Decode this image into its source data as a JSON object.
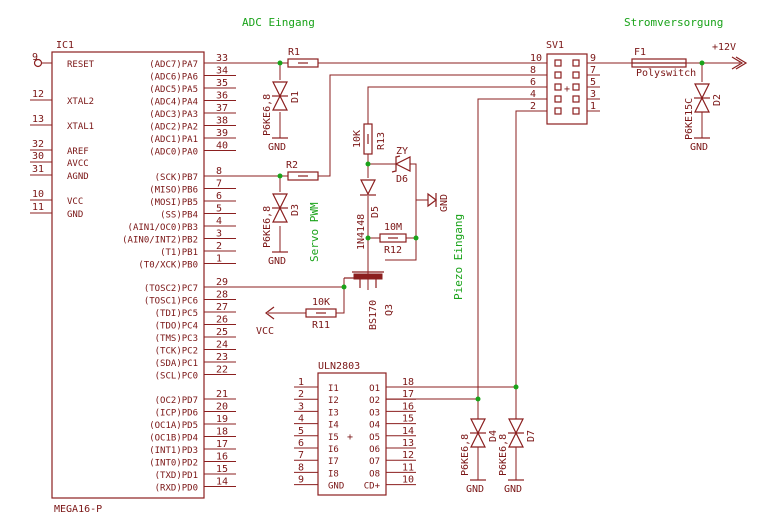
{
  "labels": {
    "adc_eingang": "ADC Eingang",
    "stromversorgung": "Stromversorgung",
    "v12": "+12V",
    "servo_pwm": "Servo PWM",
    "piezo_eingang": "Piezo Eingang",
    "vcc": "VCC",
    "gnd": "GND",
    "plus": "+"
  },
  "ic1": {
    "name": "IC1",
    "type": "MEGA16-P",
    "left_pins": [
      {
        "num": "9",
        "name": "RESET"
      },
      {
        "num": "12",
        "name": "XTAL2"
      },
      {
        "num": "13",
        "name": "XTAL1"
      },
      {
        "num": "32",
        "name": "AREF"
      },
      {
        "num": "30",
        "name": "AVCC"
      },
      {
        "num": "31",
        "name": "AGND"
      },
      {
        "num": "10",
        "name": "VCC"
      },
      {
        "num": "11",
        "name": "GND"
      }
    ],
    "right_pins": [
      {
        "num": "33",
        "name": "(ADC7)PA7"
      },
      {
        "num": "34",
        "name": "(ADC6)PA6"
      },
      {
        "num": "35",
        "name": "(ADC5)PA5"
      },
      {
        "num": "36",
        "name": "(ADC4)PA4"
      },
      {
        "num": "37",
        "name": "(ADC3)PA3"
      },
      {
        "num": "38",
        "name": "(ADC2)PA2"
      },
      {
        "num": "39",
        "name": "(ADC1)PA1"
      },
      {
        "num": "40",
        "name": "(ADC0)PA0"
      },
      {
        "num": "8",
        "name": "(SCK)PB7"
      },
      {
        "num": "7",
        "name": "(MISO)PB6"
      },
      {
        "num": "6",
        "name": "(MOSI)PB5"
      },
      {
        "num": "5",
        "name": "(SS)PB4"
      },
      {
        "num": "4",
        "name": "(AIN1/OC0)PB3"
      },
      {
        "num": "3",
        "name": "(AIN0/INT2)PB2"
      },
      {
        "num": "2",
        "name": "(T1)PB1"
      },
      {
        "num": "1",
        "name": "(T0/XCK)PB0"
      },
      {
        "num": "29",
        "name": "(TOSC2)PC7"
      },
      {
        "num": "28",
        "name": "(TOSC1)PC6"
      },
      {
        "num": "27",
        "name": "(TDI)PC5"
      },
      {
        "num": "26",
        "name": "(TDO)PC4"
      },
      {
        "num": "25",
        "name": "(TMS)PC3"
      },
      {
        "num": "24",
        "name": "(TCK)PC2"
      },
      {
        "num": "23",
        "name": "(SDA)PC1"
      },
      {
        "num": "22",
        "name": "(SCL)PC0"
      },
      {
        "num": "21",
        "name": "(OC2)PD7"
      },
      {
        "num": "20",
        "name": "(ICP)PD6"
      },
      {
        "num": "19",
        "name": "(OC1A)PD5"
      },
      {
        "num": "18",
        "name": "(OC1B)PD4"
      },
      {
        "num": "17",
        "name": "(INT1)PD3"
      },
      {
        "num": "16",
        "name": "(INT0)PD2"
      },
      {
        "num": "15",
        "name": "(TXD)PD1"
      },
      {
        "num": "14",
        "name": "(RXD)PD0"
      }
    ]
  },
  "uln": {
    "name": "ULN2803",
    "left_pins": [
      {
        "num": "1",
        "name": "I1"
      },
      {
        "num": "2",
        "name": "I2"
      },
      {
        "num": "3",
        "name": "I3"
      },
      {
        "num": "4",
        "name": "I4"
      },
      {
        "num": "5",
        "name": "I5"
      },
      {
        "num": "6",
        "name": "I6"
      },
      {
        "num": "7",
        "name": "I7"
      },
      {
        "num": "8",
        "name": "I8"
      },
      {
        "num": "9",
        "name": "GND"
      }
    ],
    "right_pins": [
      {
        "num": "18",
        "name": "O1"
      },
      {
        "num": "17",
        "name": "O2"
      },
      {
        "num": "16",
        "name": "O3"
      },
      {
        "num": "15",
        "name": "O4"
      },
      {
        "num": "14",
        "name": "O5"
      },
      {
        "num": "13",
        "name": "O6"
      },
      {
        "num": "12",
        "name": "O7"
      },
      {
        "num": "11",
        "name": "O8"
      },
      {
        "num": "10",
        "name": "CD+"
      }
    ]
  },
  "sv1": {
    "name": "SV1",
    "left_nums": [
      "10",
      "8",
      "6",
      "4",
      "2"
    ],
    "right_nums": [
      "9",
      "7",
      "5",
      "3",
      "1"
    ]
  },
  "parts": {
    "r1": {
      "name": "R1"
    },
    "r2": {
      "name": "R2"
    },
    "r11": {
      "name": "R11",
      "value": "10K"
    },
    "r12": {
      "name": "R12",
      "value": "10M"
    },
    "r13": {
      "name": "R13",
      "value": "10K"
    },
    "d1": {
      "name": "D1",
      "value": "P6KE6,8"
    },
    "d2": {
      "name": "D2",
      "value": "P6KE15C"
    },
    "d3": {
      "name": "D3",
      "value": "P6KE6,8"
    },
    "d4": {
      "name": "D4",
      "value": "P6KE6,8"
    },
    "d5": {
      "name": "D5",
      "value": "1N4148"
    },
    "d6": {
      "name": "D6",
      "value": "ZY"
    },
    "d7": {
      "name": "D7",
      "value": "P6KE6,8"
    },
    "q3": {
      "name": "Q3",
      "value": "BS170"
    },
    "f1": {
      "name": "F1",
      "value": "Polyswitch"
    }
  }
}
